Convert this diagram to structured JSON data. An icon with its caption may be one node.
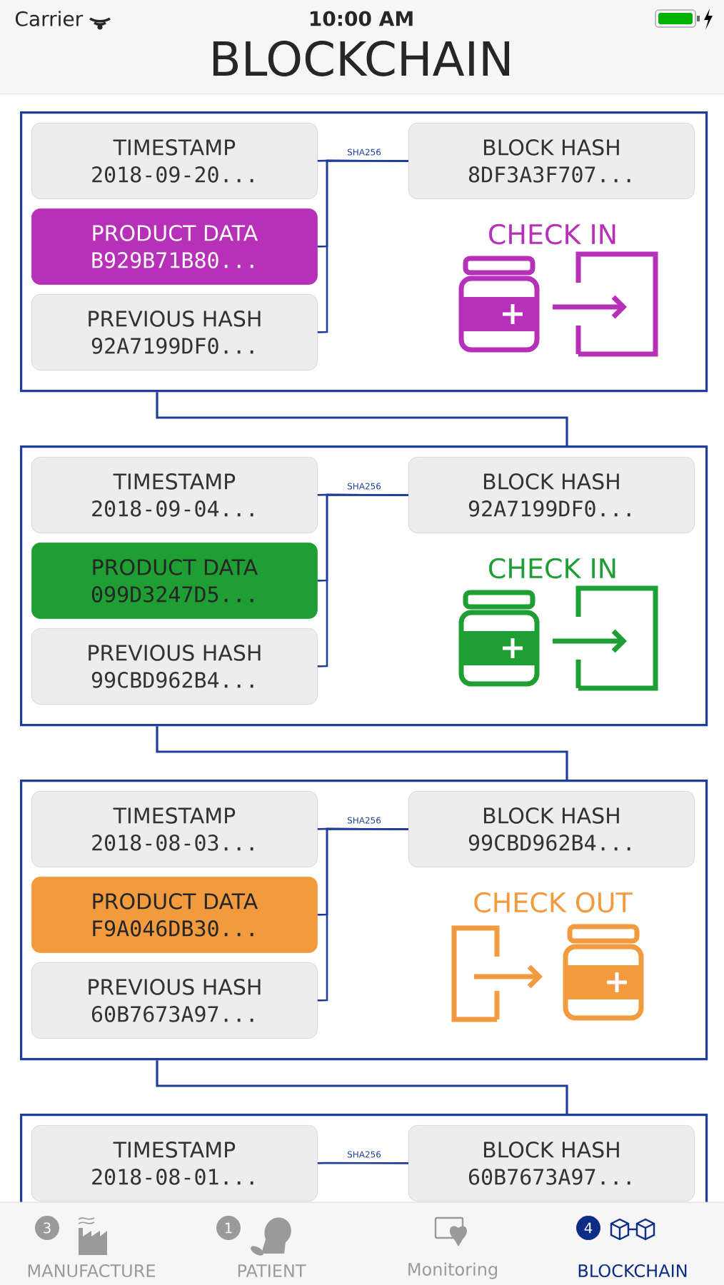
{
  "diagram": {
    "title": "BLOCKCHAIN",
    "nodes": [
      {
        "text": [],
        "shape": "box"
      },
      {
        "text": [
          "TIMESTAMP",
          "2018-09-20..."
        ],
        "in": 0
      },
      {
        "text": [
          "PRODUCT DATA",
          "B929B71B80..."
        ],
        "in": 0
      },
      {
        "text": [
          "PREVIOUS HASH",
          "92A7199DF0..."
        ],
        "in": 0
      },
      {
        "text": [
          "BLOCK HASH",
          "8DF3A3F707..."
        ],
        "in": 0
      },
      {
        "text": [],
        "shape": "box"
      },
      {
        "text": [
          "TIMESTAMP",
          "2018-09-04..."
        ],
        "in": 5
      },
      {
        "text": [
          "PRODUCT DATA",
          "099D3247D5..."
        ],
        "in": 5
      },
      {
        "text": [
          "PREVIOUS HASH",
          "99CBD962B4..."
        ],
        "in": 5
      },
      {
        "text": [
          "BLOCK HASH",
          "92A7199DF0..."
        ],
        "in": 5
      },
      {
        "text": [],
        "shape": "box"
      },
      {
        "text": [
          "TIMESTAMP",
          "2018-08-03..."
        ],
        "in": 10
      },
      {
        "text": [
          "PRODUCT DATA",
          "F9A046DB30..."
        ],
        "in": 10
      },
      {
        "text": [
          "PREVIOUS HASH",
          "60B7673A97..."
        ],
        "in": 10
      },
      {
        "text": [
          "BLOCK HASH",
          "99CBD962B4..."
        ],
        "in": 10
      },
      {
        "text": [],
        "shape": "box"
      },
      {
        "text": [
          "TIMESTAMP",
          "2018-08-01..."
        ],
        "in": 15
      },
      {
        "text": [
          "BLOCK HASH",
          "60B7673A97..."
        ],
        "in": 15
      }
    ],
    "edges": [
      {
        "from": 1,
        "to": 4,
        "arrow": "none",
        "label": "SHA256"
      },
      {
        "from": 2,
        "to": 4,
        "arrow": "none"
      },
      {
        "from": 3,
        "to": 4,
        "arrow": "none"
      },
      {
        "from": 6,
        "to": 9,
        "arrow": "none",
        "label": "SHA256"
      },
      {
        "from": 7,
        "to": 9,
        "arrow": "none"
      },
      {
        "from": 8,
        "to": 9,
        "arrow": "none"
      },
      {
        "from": 11,
        "to": 14,
        "arrow": "none",
        "label": "SHA256"
      },
      {
        "from": 12,
        "to": 14,
        "arrow": "none"
      },
      {
        "from": 13,
        "to": 14,
        "arrow": "none"
      },
      {
        "from": 16,
        "to": 17,
        "arrow": "none",
        "label": "SHA256"
      },
      {
        "from": 0,
        "to": 5,
        "arrow": "none"
      },
      {
        "from": 5,
        "to": 10,
        "arrow": "none"
      },
      {
        "from": 10,
        "to": 15,
        "arrow": "none"
      }
    ],
    "labels": [
      "Carrier",
      "10:00 AM",
      "CHECK IN",
      "CHECK IN",
      "CHECK OUT",
      "3",
      "MANUFACTURE",
      "1",
      "PATIENT",
      "Monitoring",
      "4",
      "BLOCKCHAIN"
    ]
  }
}
